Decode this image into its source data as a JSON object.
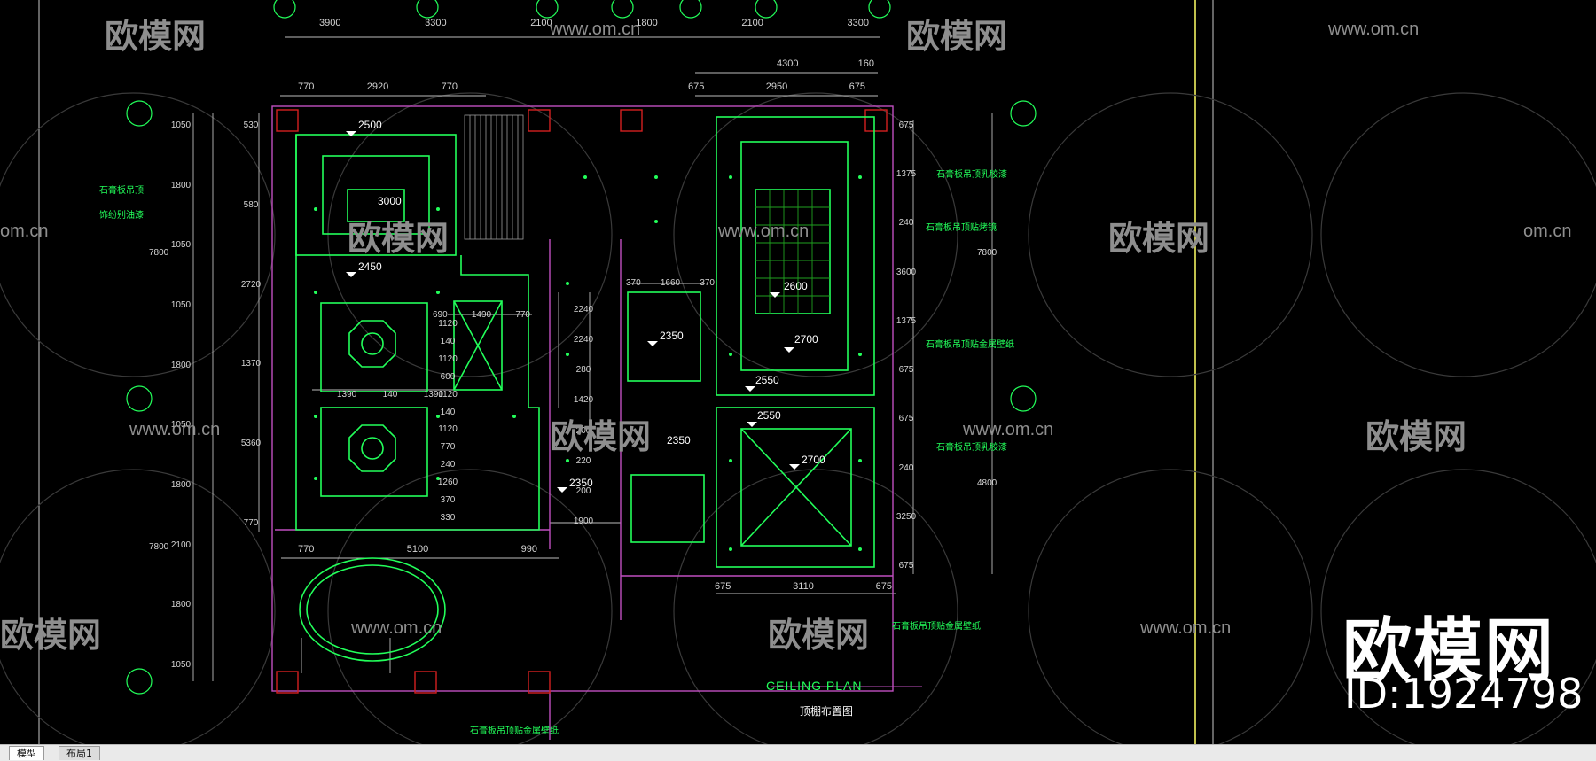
{
  "tabs": {
    "model": "模型",
    "layout": "布局1"
  },
  "watermark": {
    "brand": "欧模网",
    "url": "www.om.cn",
    "url_short": "om.cn",
    "id": "ID:1924798"
  },
  "drawing": {
    "title": "CEILING PLAN",
    "subtitle": "顶棚布置图",
    "top_dims": [
      "3900",
      "3300",
      "2100",
      "1800",
      "2100",
      "3300"
    ],
    "upper_dims_left": [
      "770",
      "2920",
      "770"
    ],
    "upper_dims_right_top": [
      "4300",
      "160"
    ],
    "upper_dims_right": [
      "675",
      "2950",
      "675"
    ],
    "left_dims": [
      "1050",
      "1800",
      "1050",
      "1050",
      "1800",
      "1050",
      "1800",
      "2100",
      "1800",
      "1050"
    ],
    "left_totals": [
      "7800",
      "7800"
    ],
    "inner_left_dims": [
      "530",
      "580",
      "2720",
      "1370",
      "5360",
      "770"
    ],
    "right_dims": [
      "675",
      "1375",
      "240",
      "3600",
      "1375",
      "675",
      "675",
      "240",
      "3250",
      "675"
    ],
    "right_totals": [
      "7800",
      "4800"
    ],
    "bottom_dims": [
      "675",
      "3110",
      "675"
    ],
    "bottom_left_dims": [
      "770",
      "5100",
      "990"
    ],
    "hall_dims": [
      "1390",
      "140",
      "1390"
    ],
    "mid_dims": [
      "690",
      "1490",
      "770"
    ],
    "kitchen_dims": [
      "370",
      "1660",
      "370"
    ],
    "corridor_dims": [
      "2240",
      "2240",
      "280",
      "1420",
      "200",
      "220",
      "200",
      "1900"
    ],
    "misc_dims": [
      "1120",
      "140",
      "1120",
      "600",
      "1120",
      "140",
      "1120",
      "770",
      "240",
      "1260",
      "370",
      "330"
    ],
    "heights": [
      "2500",
      "3000",
      "2450",
      "2350",
      "2350",
      "2350",
      "2600",
      "2700",
      "2550",
      "2550",
      "2700"
    ],
    "annotations": [
      "石膏板吊顶",
      "饰纷别油漆",
      "石膏板吊顶乳胶漆",
      "石膏板吊顶贴烤镜",
      "石膏板吊顶贴金属壁纸",
      "石膏板吊顶乳胶漆",
      "石膏板吊顶贴金属壁纸",
      "石膏板吊顶贴金属壁纸"
    ],
    "colors": {
      "dim": "#d4d4d4",
      "green": "#22ff5a",
      "wall": "#c04fc0",
      "grid": "#1fa01f",
      "red": "#d42020"
    }
  }
}
